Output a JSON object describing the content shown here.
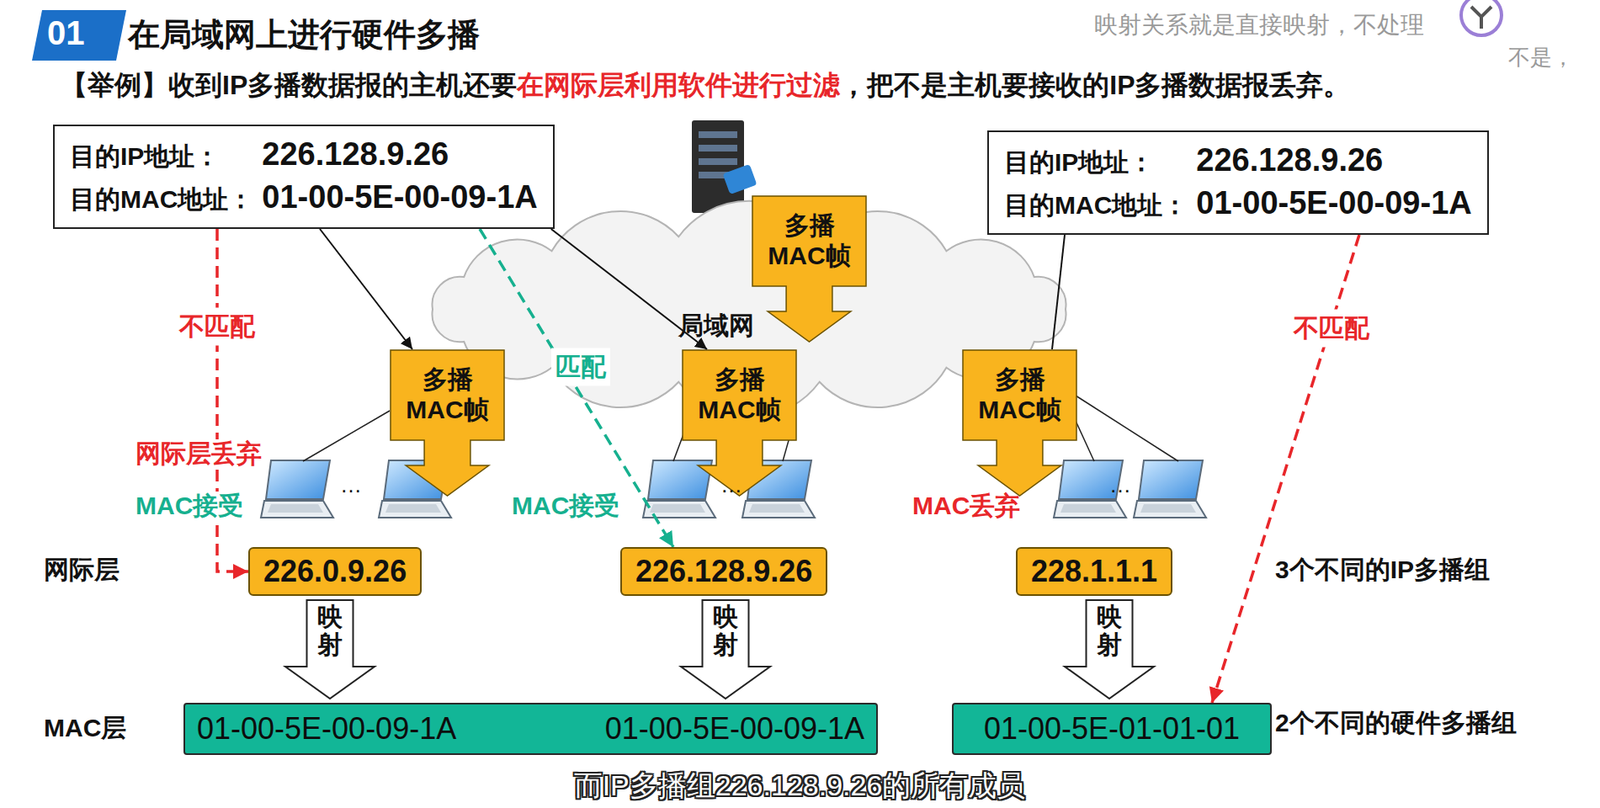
{
  "diagram": {
    "title": "在局域网上进行硬件多播",
    "nodes": [
      {
        "text": [
          "目的IP地址：",
          "226.128.9.26",
          "目的MAC地址：",
          "01-00-5E-00-09-1A"
        ]
      },
      {
        "text": [
          "局域网"
        ]
      },
      {
        "text": [
          "多播 MAC帧"
        ]
      },
      {
        "text": [
          "目的IP地址：",
          "226.128.9.26",
          "目的MAC地址：",
          "01-00-5E-00-09-1A"
        ]
      },
      {
        "text": [
          "多播 MAC帧"
        ]
      },
      {
        "text": [
          "多播 MAC帧"
        ]
      },
      {
        "text": [
          "多播 MAC帧"
        ]
      },
      {
        "text": [
          "226.0.9.26"
        ]
      },
      {
        "text": [
          "226.128.9.26"
        ]
      },
      {
        "text": [
          "228.1.1.1"
        ]
      },
      {
        "text": [
          "映射"
        ]
      },
      {
        "text": [
          "映射"
        ]
      },
      {
        "text": [
          "映射"
        ]
      },
      {
        "text": [
          "01-00-5E-00-09-1A",
          "01-00-5E-00-09-1A"
        ]
      },
      {
        "text": [
          "01-00-5E-01-01-01"
        ]
      }
    ],
    "edges": [
      {
        "from": 0,
        "to": 7,
        "arrow": "to",
        "label": "不匹配"
      },
      {
        "from": 0,
        "to": 8,
        "arrow": "to",
        "label": "匹配"
      },
      {
        "from": 0,
        "to": 4,
        "arrow": "to"
      },
      {
        "from": 0,
        "to": 5,
        "arrow": "to"
      },
      {
        "from": 3,
        "to": 6,
        "arrow": "none"
      },
      {
        "from": 3,
        "to": 14,
        "arrow": "to",
        "label": "不匹配"
      }
    ],
    "labels": [
      "01",
      "【举例】收到IP多播数据报的主机还要",
      "在网际层利用软件进行过滤",
      "，把不是主机要接收的IP多播数据报丢弃。",
      "网际层丢弃",
      "MAC接受",
      "MAC接受",
      "MAC丢弃",
      "…",
      "…",
      "…",
      "网际层",
      "3个不同的IP多播组",
      "MAC层",
      "2个不同的硬件多播组",
      "映射关系就是直接映射，不处理",
      "不是，",
      "而IP多播组226.128.9.26的所有成员"
    ]
  }
}
